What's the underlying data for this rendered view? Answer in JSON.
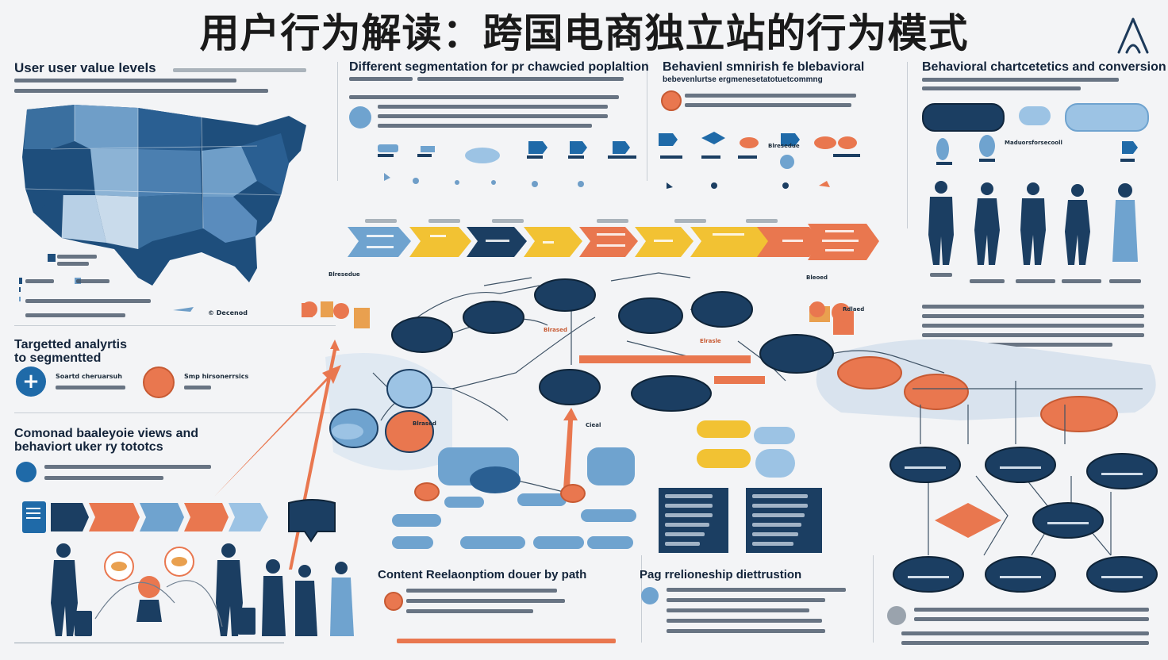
{
  "header": {
    "title": "用户行为解读：跨国电商独立站的行为模式",
    "logo_icon": "tent-logo-icon"
  },
  "sections": {
    "user_value": {
      "title": "User user value levels",
      "legend_note": "© Decenod"
    },
    "segmentation": {
      "title": "Different segmentation for pr chawcied poplaltion"
    },
    "behavioral": {
      "title": "Behavienl smnirish fe blebavioral",
      "subtitle": "bebevenlurtse ergmenesetatotuetcommng",
      "arrow_label": "Blresedue"
    },
    "conversion": {
      "title": "Behavioral chartcetetics and conversion",
      "mid_label": "Maduorsforsecooll"
    },
    "targeted": {
      "title_line1": "Targetted analyrtis",
      "title_line2": "to segmentted",
      "item1": "Soartd cheruarsuh",
      "item2": "Smp hirsonerrsics"
    },
    "common": {
      "title_line1": "Comonad baaleyoie views and",
      "title_line2": "behaviort uker ry tototcs"
    },
    "content": {
      "title": "Content Reelaonptiom douer by path"
    },
    "page": {
      "title": "Pag rrelioneship diettrustion"
    },
    "colors": {
      "navy": "#1b3e62",
      "orange": "#e9774f",
      "yellow": "#f2c233",
      "light_blue": "#6fa3cf"
    }
  },
  "flow_labels": [
    "Blrased",
    "Elrasle",
    "Blrased",
    "Cieal",
    "Rdlaed",
    "Bleoed",
    "Blresedue"
  ]
}
